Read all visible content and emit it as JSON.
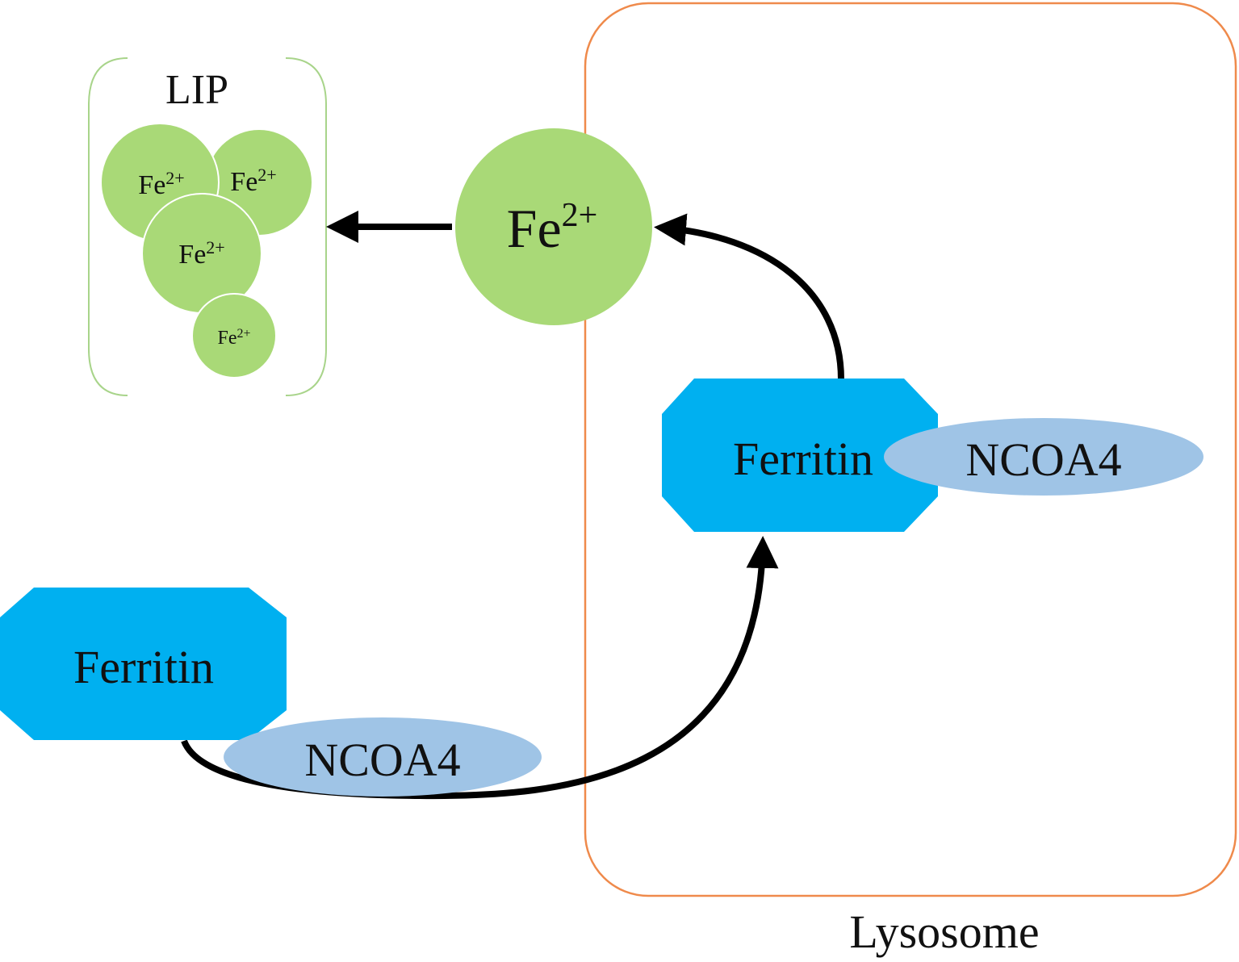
{
  "colors": {
    "lip_bracket": "#a8d48a",
    "iron_circle": "#a9d977",
    "ferritin": "#00b0f0",
    "ncoa4": "#9fc4e6",
    "lysosome_border": "#ef8a4b",
    "arrow": "#000000",
    "text": "#111111"
  },
  "labels": {
    "lip": "LIP",
    "fe_base": "Fe",
    "fe_sup": "2+",
    "ferritin": "Ferritin",
    "ncoa4": "NCOA4",
    "lysosome": "Lysosome"
  }
}
